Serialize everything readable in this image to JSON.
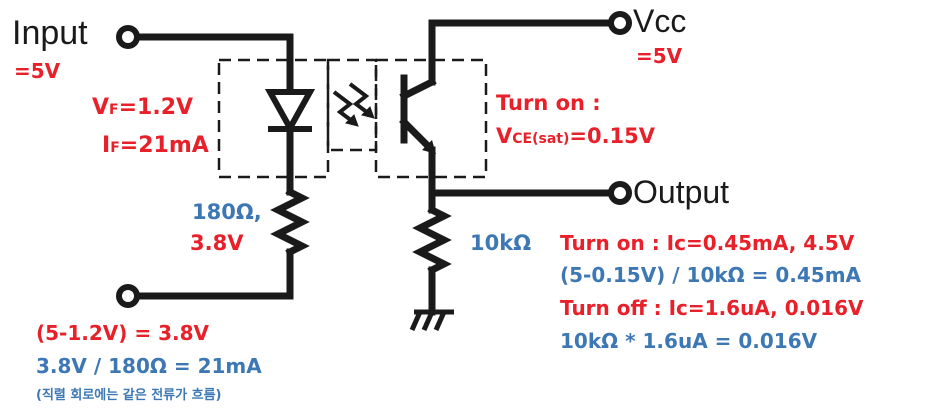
{
  "colors": {
    "red": "#e8202a",
    "blue": "#3d78b4",
    "black": "#1a1a1a"
  },
  "terminals": {
    "input": "Input",
    "vcc": "Vcc",
    "output": "Output"
  },
  "input_voltage": "=5V",
  "vcc_voltage": "=5V",
  "led": {
    "vf": "=1.2V",
    "vf_sym": "V",
    "vf_sub": "F",
    "if": "=21mA",
    "if_sym": "I",
    "if_sub": "F"
  },
  "resistor_input": {
    "value": "180Ω,",
    "drop": "3.8V"
  },
  "transistor": {
    "line1": "Turn on :",
    "vce_sym": "V",
    "vce_sub": "CE(sat)",
    "vce_val": "=0.15V"
  },
  "resistor_output": {
    "value": "10kΩ"
  },
  "output_calc": {
    "line1": "Turn on : Ic=0.45mA, 4.5V",
    "line2": "(5-0.15V) / 10kΩ = 0.45mA",
    "line3": "Turn off : Ic=1.6uA, 0.016V",
    "line4": "10kΩ * 1.6uA = 0.016V"
  },
  "input_calc": {
    "line1": "(5-1.2V) = 3.8V",
    "line2": "3.8V / 180Ω = 21mA",
    "note": "(직렬 회로에는 같은 전류가 흐름)"
  }
}
